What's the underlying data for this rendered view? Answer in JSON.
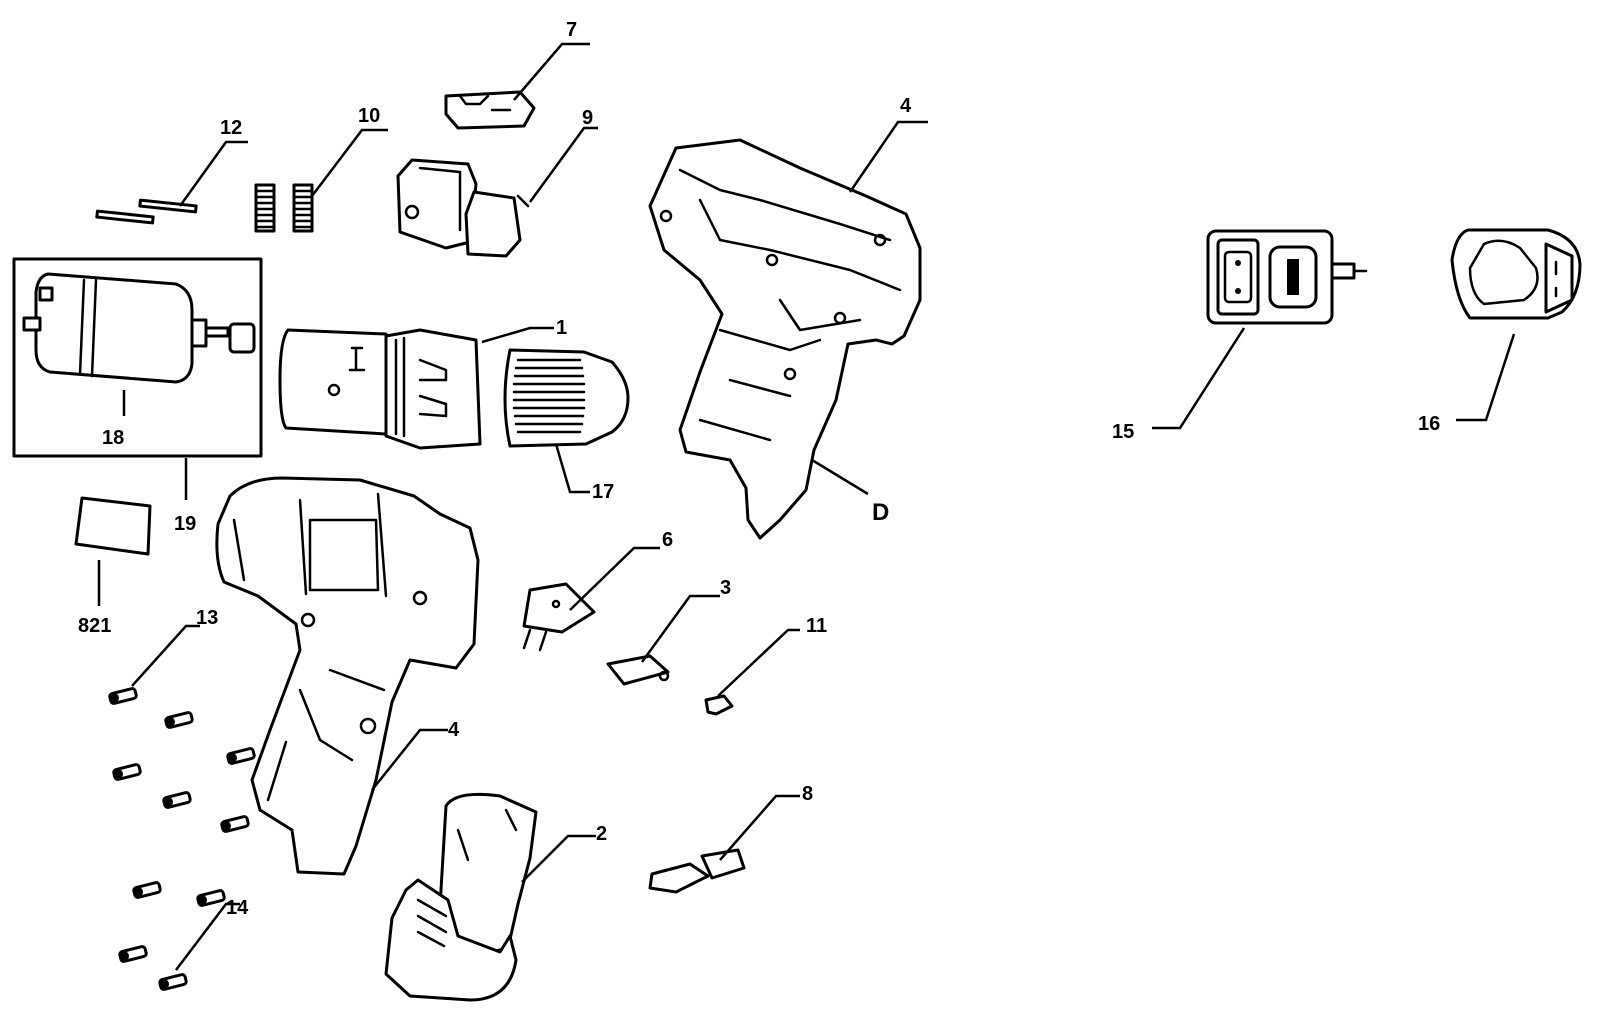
{
  "callouts": {
    "c1": "1",
    "c2": "2",
    "c3": "3",
    "c4_top": "4",
    "c4_bottom": "4",
    "c6": "6",
    "c7": "7",
    "c8": "8",
    "c9": "9",
    "c10": "10",
    "c11": "11",
    "c12": "12",
    "c13": "13",
    "c14": "14",
    "c15": "15",
    "c16": "16",
    "c17": "17",
    "c18": "18",
    "c19": "19",
    "c821": "821",
    "cD": "D"
  }
}
